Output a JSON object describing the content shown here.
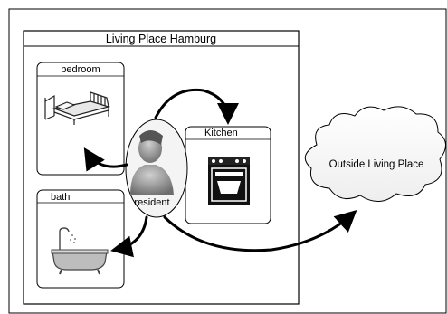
{
  "diagram": {
    "title": "Living Place Hamburg",
    "rooms": {
      "bedroom": {
        "label": "bedroom"
      },
      "kitchen": {
        "label": "Kitchen"
      },
      "bath": {
        "label": "bath"
      }
    },
    "resident": {
      "label": "resident"
    },
    "outside": {
      "label": "Outside Living Place"
    }
  },
  "icons": [
    "bed-icon",
    "stove-icon",
    "bathtub-icon",
    "person-icon",
    "cloud-icon"
  ],
  "colors": {
    "stroke": "#000000",
    "room_fill": "#ffffff",
    "resident_fill": "#f2f2f2",
    "person_fill": "#8a8a8a"
  }
}
